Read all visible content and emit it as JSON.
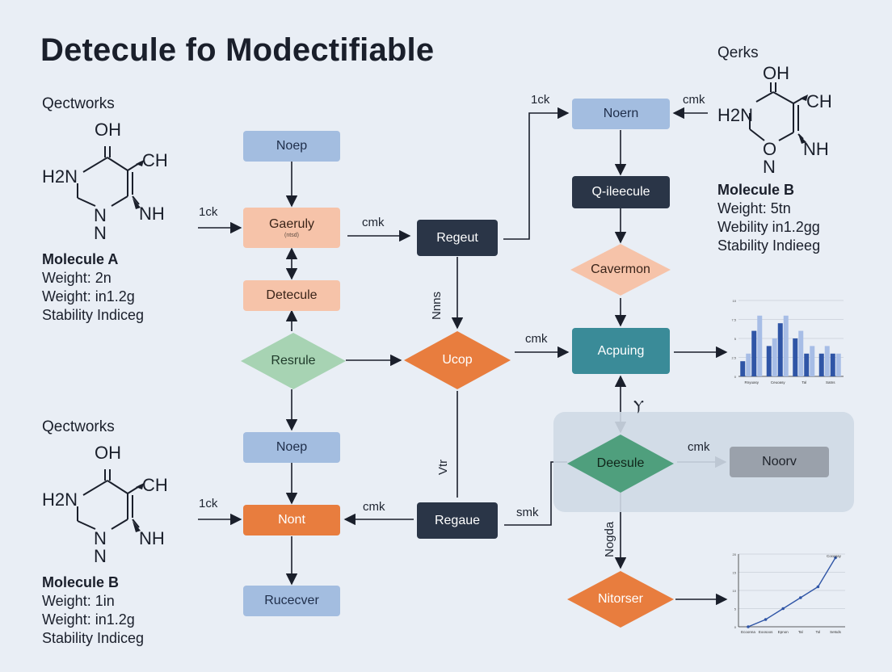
{
  "title": "Detecule fo Modectifiable",
  "colors": {
    "background": "#e9eef5",
    "node_blue": "#a3bde0",
    "node_peach": "#f6c3a9",
    "node_navy": "#2a3547",
    "node_orange": "#e87d3e",
    "node_teal": "#3a8b98",
    "node_grey": "#9aa1ab",
    "diamond_green_light": "#a7d3b3",
    "diamond_green_dark": "#4f9f7d",
    "panel": "#cfd9e6",
    "chart_dark_bar": "#2f55a6",
    "chart_light_bar": "#a7bde6"
  },
  "molecules": {
    "top_left": {
      "heading": "Qectworks",
      "atoms": {
        "oh": "OH",
        "ch": "CH",
        "h2n": "H2N",
        "n": "N",
        "nh": "NH"
      },
      "name": "Molecule A",
      "line1": "Weight: 2n",
      "line2": "Weight: in1.2g",
      "line3": "Stability Indiceg"
    },
    "bottom_left": {
      "heading": "Qectworks",
      "atoms": {
        "oh": "OH",
        "ch": "CH",
        "h2n": "H2N",
        "n": "N",
        "nh": "NH"
      },
      "name": "Molecule B",
      "line1": "Weight: 1in",
      "line2": "Weight: in1.2g",
      "line3": "Stability Indiceg"
    },
    "top_right": {
      "heading": "Qerks",
      "atoms": {
        "oh": "OH",
        "ch": "CH",
        "h2n": "H2N",
        "o": "O",
        "nh": "NH",
        "n": "N"
      },
      "name": "Molecule B",
      "line1": "Weight: 5tn",
      "line2": "Webility in1.2gg",
      "line3": "Stability Indieeg"
    }
  },
  "nodes": {
    "noep_top": "Noep",
    "gaeruly": "Gaeruly",
    "gaeruly_sub": "(ntsd)",
    "detecule": "Detecule",
    "resrule": "Resrule",
    "noep_mid": "Noep",
    "nont": "Nont",
    "rucecver": "Rucecver",
    "regeut": "Regeut",
    "ucop": "Ucop",
    "regaue": "Regaue",
    "noern": "Noern",
    "q_ileecule": "Q-ileecule",
    "cavermon": "Cavermon",
    "acpuing": "Acpuing",
    "deesule": "Deesule",
    "noorv": "Noorv",
    "nitorser": "Nitorser"
  },
  "edge_labels": {
    "ick_1": "1ck",
    "cmk_1": "cmk",
    "ick_top": "1ck",
    "cmk_top": "cmk",
    "nnns": "Nnns",
    "cmk_mid": "cmk",
    "vtr": "Vtr",
    "ick_2": "1ck",
    "cmk_bottom": "cmk",
    "smk": "smk",
    "cmk_right": "cmk",
    "nogda": "Nogda",
    "split_mark": "Ⲩ"
  },
  "chart_data": [
    {
      "type": "bar",
      "categories": [
        "Rnyuasy",
        "Ceuoasy",
        "Tal",
        "Satns"
      ],
      "series": [
        {
          "values": [
            2,
            4,
            5,
            3
          ]
        },
        {
          "values": [
            3,
            5,
            6,
            4
          ]
        },
        {
          "values": [
            6,
            7,
            3,
            3
          ]
        },
        {
          "values": [
            8,
            8,
            4,
            3
          ]
        }
      ],
      "ylim": [
        0,
        10
      ],
      "yticks": [
        "0",
        "2.5",
        "5",
        "7.5",
        "10"
      ],
      "grid": true
    },
    {
      "type": "line",
      "x": [
        "Ecoonna",
        "Eoosoos",
        "Epnon",
        "Tal",
        "Tol",
        "Setsds"
      ],
      "series": [
        {
          "name": "Cocepay",
          "values": [
            0,
            2,
            5,
            8,
            11,
            19
          ]
        }
      ],
      "ylim": [
        0,
        20
      ],
      "yticks": [
        "0",
        "5",
        "10",
        "15",
        "20"
      ],
      "grid": true
    }
  ]
}
